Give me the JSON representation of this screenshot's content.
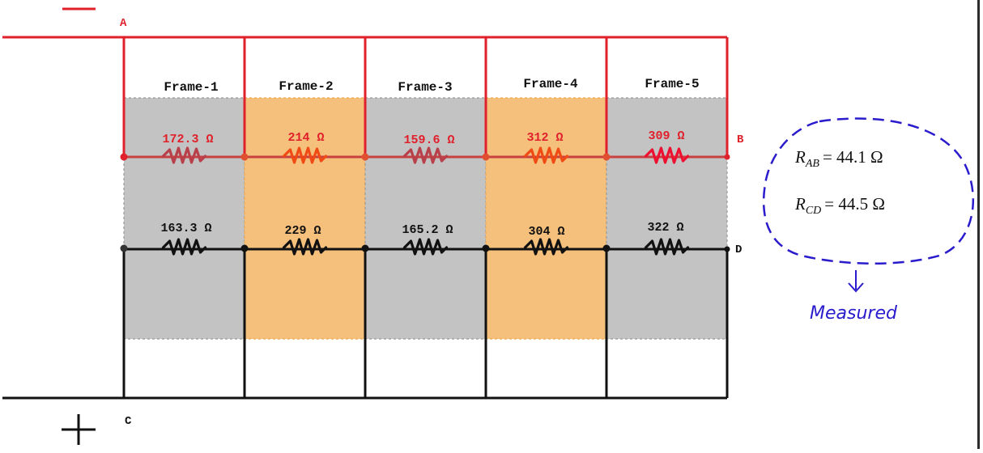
{
  "colors": {
    "red_wire": "#e0202b",
    "black_wire": "#111111",
    "gray_fill": "#c3c3c3",
    "orange_fill": "#f5c07b",
    "resistor_top_gray": "#b8404a",
    "resistor_top_orange": "#f04b14",
    "resistor_top_last": "#ee1030",
    "blue_annotation": "#2a1ccc"
  },
  "terminals": {
    "A": "A",
    "B": "B",
    "C": "C",
    "D": "D"
  },
  "polarity": {
    "negative": "—",
    "positive": "+"
  },
  "frames": [
    {
      "label": "Frame-1",
      "fill": "gray",
      "top_resistor": "172.3 Ω",
      "bottom_resistor": "163.3 Ω"
    },
    {
      "label": "Frame-2",
      "fill": "orange",
      "top_resistor": "214 Ω",
      "bottom_resistor": "229 Ω"
    },
    {
      "label": "Frame-3",
      "fill": "gray",
      "top_resistor": "159.6 Ω",
      "bottom_resistor": "165.2 Ω"
    },
    {
      "label": "Frame-4",
      "fill": "orange",
      "top_resistor": "312 Ω",
      "bottom_resistor": "304 Ω"
    },
    {
      "label": "Frame-5",
      "fill": "gray",
      "top_resistor": "309 Ω",
      "bottom_resistor": "322 Ω"
    }
  ],
  "measurements": {
    "r_ab_symbol": "R",
    "r_ab_sub": "AB",
    "r_ab_value": "= 44.1 Ω",
    "r_cd_symbol": "R",
    "r_cd_sub": "CD",
    "r_cd_value": "= 44.5 Ω",
    "note": "Measured"
  }
}
